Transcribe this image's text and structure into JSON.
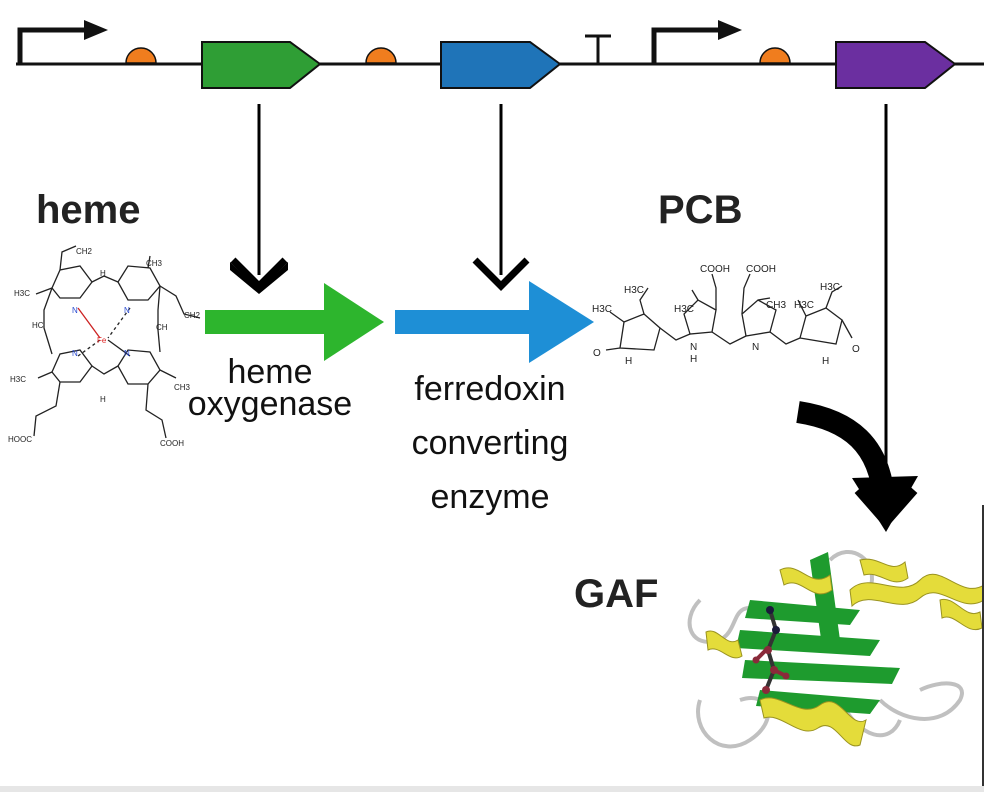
{
  "labels": {
    "heme": "heme",
    "pcb": "PCB",
    "gaf": "GAF",
    "heme_oxygenase": [
      "heme",
      "oxygenase"
    ],
    "ferredoxin_enzyme": [
      "ferredoxin",
      "converting",
      "enzyme"
    ]
  },
  "chem": {
    "heme_groups": {
      "ch2_top": "CH2",
      "ch3_tl": "H3C",
      "ch3_tr": "CH3",
      "ch2_right": "CH2",
      "fe": "Fe",
      "n": "N",
      "h_top": "H",
      "h_bottom": "H",
      "ch_left": "HC",
      "ch_right": "CH",
      "ch3_bl": "H3C",
      "ch3_br": "CH3",
      "hooc": "HOOC",
      "cooh": "COOH"
    },
    "pcb_groups": {
      "cooh1": "COOH",
      "cooh2": "COOH",
      "h3c_a": "H3C",
      "h3c_b": "H3C",
      "ch3_a": "CH3",
      "h3c_c": "H3C",
      "h3c_d": "H3C",
      "o_left": "O",
      "o_right": "O",
      "n": "N",
      "h": "H"
    }
  },
  "colors": {
    "promoter": "#111111",
    "rbs": "#f07d1e",
    "gene1": "#2f9e35",
    "gene2": "#1f74b8",
    "gene3": "#6b2fa0",
    "arrow_green": "#2db52d",
    "arrow_blue": "#1e8fd6",
    "helix": "#e4dc3a",
    "sheet": "#1e9b2e",
    "loop": "#c0c0c0"
  }
}
